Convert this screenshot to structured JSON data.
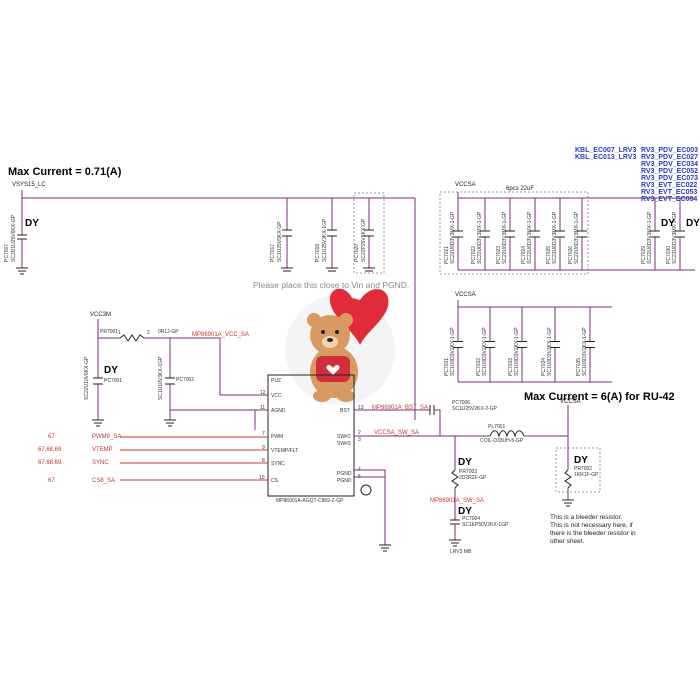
{
  "titles": {
    "max_current_left": "Max Current = 0.71(A)",
    "max_current_right": "Max Current = 6(A) for RU-42"
  },
  "top_right_labels": {
    "col1": [
      "KBL_EC007_LRV3",
      "KBL_EC013_LRV3"
    ],
    "col2": [
      "RV3_PDV_EC003",
      "RV3_PDV_EC027",
      "RV3_PDV_EC034",
      "RV3_PDV_EC052",
      "RV3_PDV_EC073",
      "RV3_EVT_EC022",
      "RV3_EVT_EC053",
      "RV3_EVT_EC084"
    ]
  },
  "nets": {
    "vsys": "VSYS15_LC",
    "vccsa_top": "VCCSA",
    "vccsa_mid": "VCCSA",
    "vccsa_right": "VCCSA",
    "vcc3m": "VCC3M",
    "six_caps": "6pcs 22uF",
    "vcc_sa": "MP86901A_VCC_SA",
    "bst_sa": "MP86901A_BST_SA",
    "sw_sa": "VCCSA_SW_SA",
    "sw_sa2": "MP86901A_SW_SA",
    "pwm": "PWM8_SA",
    "vtemp": "VTEMP",
    "sync": "SYNC",
    "cs": "CS8_SA"
  },
  "ic": {
    "name": "MP86901A-AGQT-C869-Z-GP",
    "pins_left": [
      "PUZ",
      "VCC",
      "AGND",
      "PWM",
      "VTEMP/FLT",
      "SYNC",
      "CS"
    ],
    "pins_left_nums": [
      "",
      "12",
      "11",
      "7",
      "9",
      "8",
      "10"
    ],
    "pins_right": [
      "BST",
      "SW#2",
      "SW#3",
      "PGND",
      "PGND"
    ],
    "pins_right_nums": [
      "13",
      "2",
      "3",
      "4",
      "5"
    ]
  },
  "refs": {
    "pc7007": "PC7007",
    "pc7007_val": "SC2D1U25V6KX-GP",
    "pc7017": "PC7017",
    "pc7017_val": "SC1U25V5KX-GP",
    "pc7019": "PC7019",
    "pc7019_val": "SC1U25V3KX-1GP",
    "pc7020": "PC7020",
    "pc7020_val": "SC22P25V6KX-GP",
    "pr7001": "PR7001",
    "pr7001_val": "0R1J-GP",
    "pc7001": "PC7001",
    "pc7001_val": "SC22U10V6KX-GP",
    "pc7002": "PC7002",
    "pc7002_val": "SC1U10V3KX-1GP",
    "pc7006": "PC7006",
    "pc7006_val": "SC1U25V2KX-2-GP",
    "pl7001": "PL7001",
    "pl7001_val": "COIL-D33UH-5-GP",
    "pr7003": "PR7003",
    "pr7003_val": "2D2R2F-GP",
    "pc7004": "PC7004",
    "pc7004_val": "SC1KP50V2KX-1GP",
    "pr7002": "PR7002",
    "pr7002_val": "1KR1F-GP",
    "caps_22u": [
      "PC7021",
      "PC7022",
      "PC7023",
      "PC7024",
      "PC7025",
      "PC7026"
    ],
    "caps_22u_val": "SC22U6D3V3MX-1-GP",
    "caps_mid": [
      "PC7031",
      "PC7032",
      "PC7033",
      "PC7034",
      "PC7035"
    ],
    "caps_mid_val": "SC1U6D3V2KX-1-GP",
    "caps_right": [
      "PC7029",
      "PC7030"
    ],
    "lrv3": "LRV3 MB"
  },
  "sheet_refs": {
    "pwm": "67",
    "vtemp": "67,68,69",
    "sync": "67,68,69",
    "cs": "67"
  },
  "dy_label": "DY",
  "watermark": "Please place this close to Vin and PGND.",
  "bleeder_note": [
    "This is a bleeder resistor.",
    "This is not necessary here, if",
    "there is the bleeder resistor in",
    "other sheet."
  ],
  "colors": {
    "wire": "#7b2d7b",
    "signal": "#c0392b",
    "label_blue": "#2b39c8"
  }
}
